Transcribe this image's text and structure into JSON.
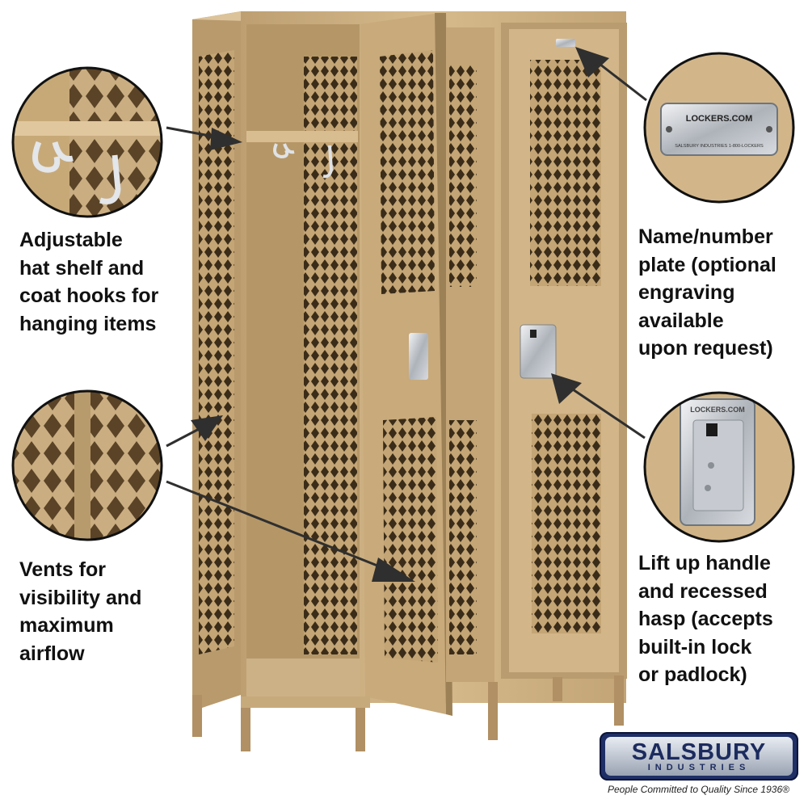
{
  "callouts": {
    "shelf": {
      "lines": [
        "Adjustable",
        "hat shelf and",
        "coat hooks for",
        "hanging items"
      ]
    },
    "vents": {
      "lines": [
        "Vents for",
        "visibility and",
        "maximum",
        "airflow"
      ]
    },
    "plate": {
      "lines": [
        "Name/number",
        "plate (optional",
        "engraving",
        "available",
        "upon request)"
      ]
    },
    "handle": {
      "lines": [
        "Lift up handle",
        "and recessed",
        "hasp (accepts",
        "built-in lock",
        "or padlock)"
      ]
    }
  },
  "plate_detail": {
    "top_text": "LOCKERS.COM",
    "bottom_text": "SALSBURY INDUSTRIES  1-800-LOCKERS"
  },
  "handle_detail": {
    "text": "LOCKERS.COM"
  },
  "brand": {
    "name": "SALSBURY",
    "sub": "INDUSTRIES",
    "tagline": "People Committed to Quality Since 1936®"
  },
  "colors": {
    "locker_tan": "#c9ab7c",
    "locker_shadow": "#8f7750",
    "brand_navy": "#1c2b5e"
  }
}
